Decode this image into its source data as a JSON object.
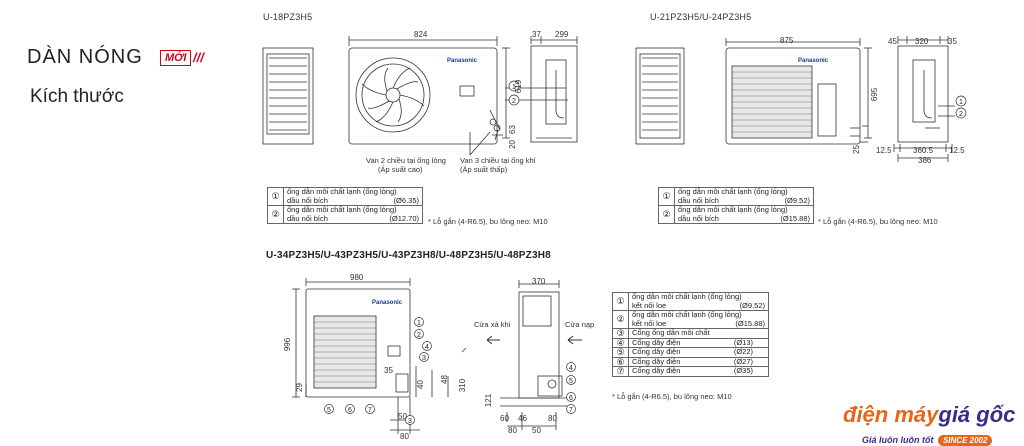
{
  "heading": {
    "title": "DÀN NÓNG",
    "badge": "MỚI",
    "subtitle": "Kích thước"
  },
  "models": {
    "top_left": "U-18PZ3H5",
    "top_right": "U-21PZ3H5/U-24PZ3H5",
    "bottom": "U-34PZ3H5/U-43PZ3H5/U-43PZ3H8/U-48PZ3H5/U-48PZ3H8"
  },
  "unit1": {
    "dims": {
      "width": "824",
      "side_a": "37",
      "side_b": "299",
      "height": "619",
      "d1": "63",
      "d2": "20"
    },
    "callouts": {
      "c1": "Van 2 chiều tại ống lỏng",
      "c1b": "(Áp suất cao)",
      "c2": "Van 3 chiều tại ống khí",
      "c2b": "(Áp suất thấp)"
    },
    "legend": [
      {
        "n": "①",
        "l1": "ống dẫn môi chất lạnh (ống lỏng)",
        "l2": "dầu nối bích",
        "v": "(Ø6.35)"
      },
      {
        "n": "②",
        "l1": "ống dẫn môi chất lạnh (ống lỏng)",
        "l2": "dầu nối bích",
        "v": "(Ø12.70)"
      }
    ],
    "note": "* Lỗ gắn (4-R6.5), bu lông neo: M10"
  },
  "unit2": {
    "dims": {
      "width": "875",
      "s1": "45",
      "s2": "320",
      "s3": "35",
      "height": "695",
      "h2": "25",
      "b1": "12.5",
      "b2": "360.5",
      "b3": "12.5",
      "b4": "386"
    },
    "legend": [
      {
        "n": "①",
        "l1": "ống dẫn môi chất lạnh (ống lỏng)",
        "l2": "dầu nối bích",
        "v": "(Ø9.52)"
      },
      {
        "n": "②",
        "l1": "ống dẫn môi chất lạnh (ống lỏng)",
        "l2": "dầu nối bích",
        "v": "(Ø15.88)"
      }
    ],
    "note": "* Lỗ gắn (4-R6.5), bu lông neo: M10"
  },
  "unit3": {
    "dims": {
      "width": "980",
      "depth": "370",
      "height": "996",
      "d29": "29",
      "d35": "35",
      "d40": "40",
      "d48": "48",
      "d50": "50",
      "d80": "80",
      "d310": "310",
      "d60": "60",
      "d80b": "80",
      "d121": "121",
      "d46": "46",
      "d80c": "80",
      "d50b": "50"
    },
    "arrows": {
      "exhaust": "Cửa xả khí",
      "intake": "Cửa nạp"
    },
    "legend": [
      {
        "n": "①",
        "l1": "ống dẫn môi chất lạnh (ống lỏng)",
        "l2": "kết nối loe",
        "v": "(Ø9.52)"
      },
      {
        "n": "②",
        "l1": "ống dẫn môi chất lạnh (ống lỏng)",
        "l2": "kết nối loe",
        "v": "(Ø15.88)"
      },
      {
        "n": "③",
        "l1": "Cổng ống dẫn môi chất",
        "l2": "",
        "v": ""
      },
      {
        "n": "④",
        "l1": "Cổng dây điện",
        "l2": "",
        "v": "(Ø13)"
      },
      {
        "n": "⑤",
        "l1": "Cổng dây điện",
        "l2": "",
        "v": "(Ø22)"
      },
      {
        "n": "⑥",
        "l1": "Cổng dây điện",
        "l2": "",
        "v": "(Ø27)"
      },
      {
        "n": "⑦",
        "l1": "Cổng dây điện",
        "l2": "",
        "v": "(Ø35)"
      }
    ],
    "note": "* Lỗ gắn (4-R6.5), bu lông neo: M10"
  },
  "brand": {
    "part1": "điện máy",
    "part2": "giá gốc",
    "tagline": "Giá luôn luôn tốt",
    "since": "SINCE 2002"
  },
  "panel_logo": "Panasonic"
}
